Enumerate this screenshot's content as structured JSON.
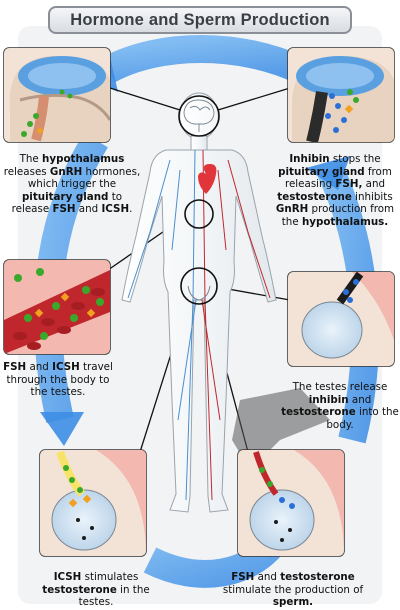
{
  "title": "Hormone and Sperm Production",
  "steps": [
    {
      "id": "hypothalamus",
      "parts": [
        {
          "t": "The "
        },
        {
          "t": "hypothalamus",
          "b": true
        },
        {
          "t": " releases "
        },
        {
          "t": "GnRH",
          "b": true
        },
        {
          "t": " hormones, which trigger the "
        },
        {
          "t": "pituitary gland",
          "b": true
        },
        {
          "t": " to release "
        },
        {
          "t": "FSH",
          "b": true
        },
        {
          "t": " and "
        },
        {
          "t": "ICSH",
          "b": true
        },
        {
          "t": "."
        }
      ]
    },
    {
      "id": "inhibin",
      "parts": [
        {
          "t": "Inhibin",
          "b": true
        },
        {
          "t": " stops the "
        },
        {
          "t": "pituitary gland",
          "b": true
        },
        {
          "t": " from releasing "
        },
        {
          "t": "FSH,",
          "b": true
        },
        {
          "t": " and "
        },
        {
          "t": "testosterone",
          "b": true
        },
        {
          "t": " inhibits "
        },
        {
          "t": "GnRH",
          "b": true
        },
        {
          "t": " production from the "
        },
        {
          "t": "hypothalamus.",
          "b": true
        }
      ]
    },
    {
      "id": "travel",
      "parts": [
        {
          "t": "FSH",
          "b": true
        },
        {
          "t": " and "
        },
        {
          "t": "ICSH",
          "b": true
        },
        {
          "t": " travel through the body to the testes."
        }
      ]
    },
    {
      "id": "testes-release",
      "parts": [
        {
          "t": "The testes release "
        },
        {
          "t": "inhibin",
          "b": true
        },
        {
          "t": " and "
        },
        {
          "t": "testosterone",
          "b": true
        },
        {
          "t": " into the body."
        }
      ]
    },
    {
      "id": "icsh",
      "parts": [
        {
          "t": "ICSH",
          "b": true
        },
        {
          "t": " stimulates "
        },
        {
          "t": "testosterone",
          "b": true
        },
        {
          "t": " in the testes."
        }
      ]
    },
    {
      "id": "sperm",
      "parts": [
        {
          "t": "FSH",
          "b": true
        },
        {
          "t": " and "
        },
        {
          "t": "testosterone",
          "b": true
        },
        {
          "t": " stimulate the production of "
        },
        {
          "t": "sperm.",
          "b": true
        }
      ]
    }
  ],
  "colors": {
    "cycle_arrow": "#3d8ee6",
    "hormone_green": "#3aa82a",
    "hormone_orange": "#f2a020",
    "hormone_blue": "#2a6fd8",
    "blood_red": "#c0272d",
    "tissue_pink": "#f3b8b0",
    "vessel_blue": "#4a8fd0"
  },
  "icons": [
    "brain-icon",
    "heart-icon",
    "testes-icon",
    "cycle-arrow-icon"
  ]
}
